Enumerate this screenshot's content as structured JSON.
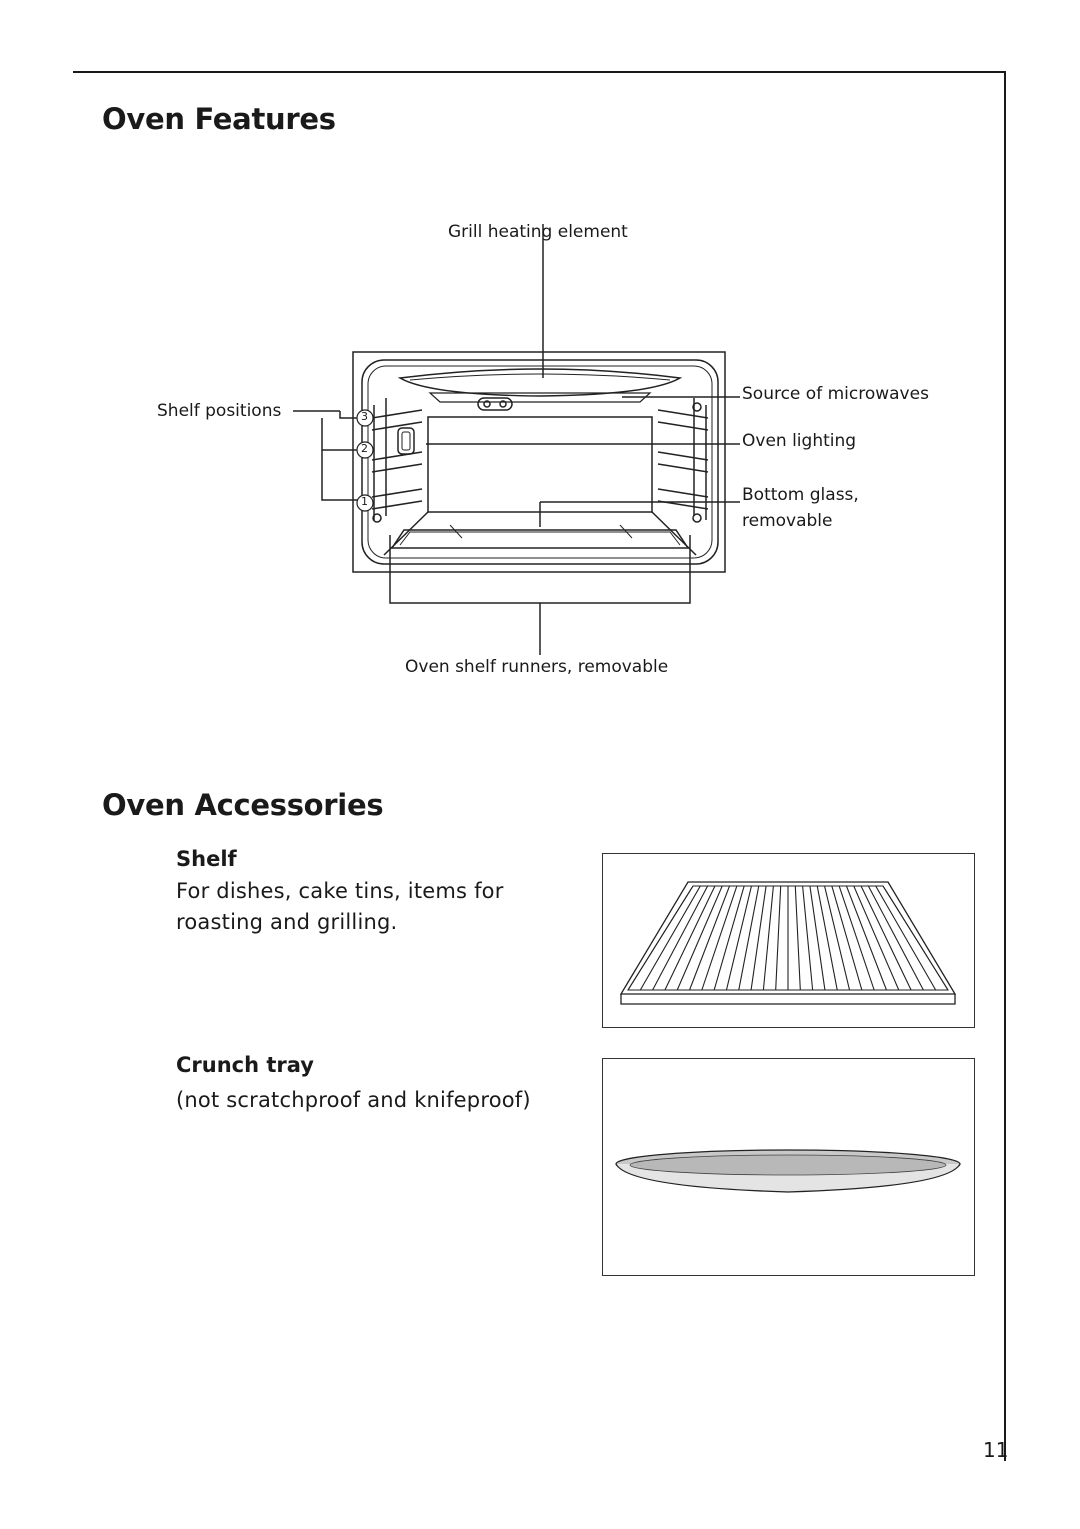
{
  "sections": {
    "features_title": "Oven Features",
    "accessories_title": "Oven Accessories"
  },
  "diagram": {
    "labels": {
      "grill": "Grill heating element",
      "shelf_positions": "Shelf positions",
      "microwaves": "Source of microwaves",
      "lighting": "Oven lighting",
      "bottom_glass_line1": "Bottom glass,",
      "bottom_glass_line2": "removable",
      "runners": "Oven shelf runners, removable"
    },
    "position_numbers": [
      "3",
      "2",
      "1"
    ]
  },
  "accessories": {
    "shelf": {
      "title": "Shelf",
      "desc_line1": "For dishes, cake tins, items for",
      "desc_line2": "roasting and grilling."
    },
    "crunch_tray": {
      "title": "Crunch tray",
      "desc": "(not scratchproof and knifeproof)"
    }
  },
  "page_number": "11"
}
